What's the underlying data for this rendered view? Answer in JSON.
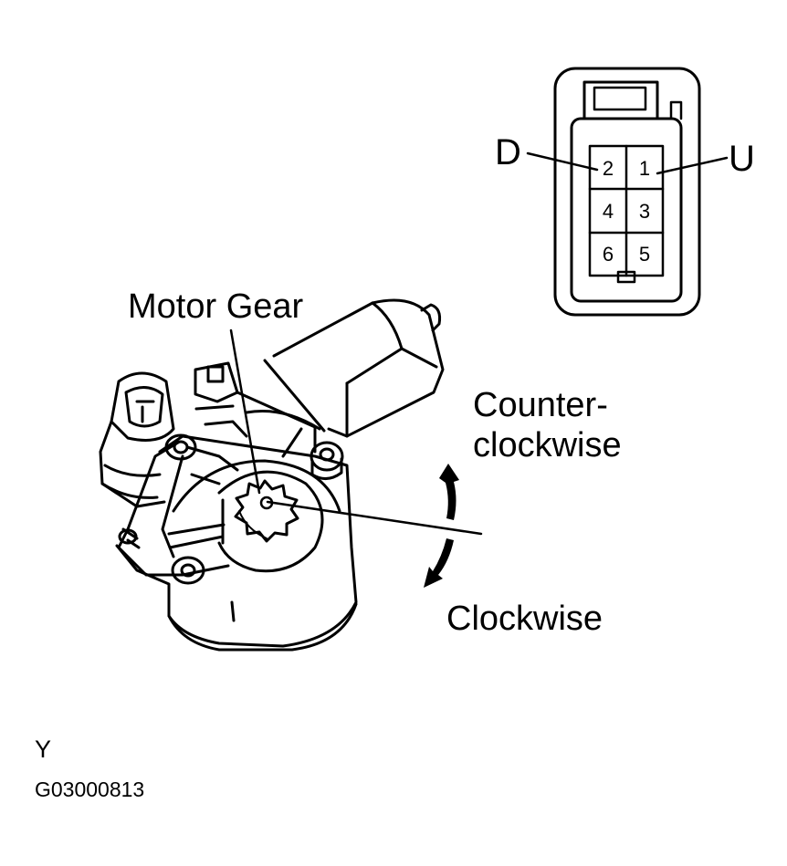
{
  "labels": {
    "motor_gear": "Motor Gear",
    "counter_clockwise_line1": "Counter-",
    "counter_clockwise_line2": "clockwise",
    "clockwise": "Clockwise",
    "terminal_d": "D",
    "terminal_u": "U",
    "corner_mark": "Y",
    "figure_code": "G03000813"
  },
  "connector": {
    "pins": [
      "2",
      "1",
      "4",
      "3",
      "6",
      "5"
    ]
  }
}
